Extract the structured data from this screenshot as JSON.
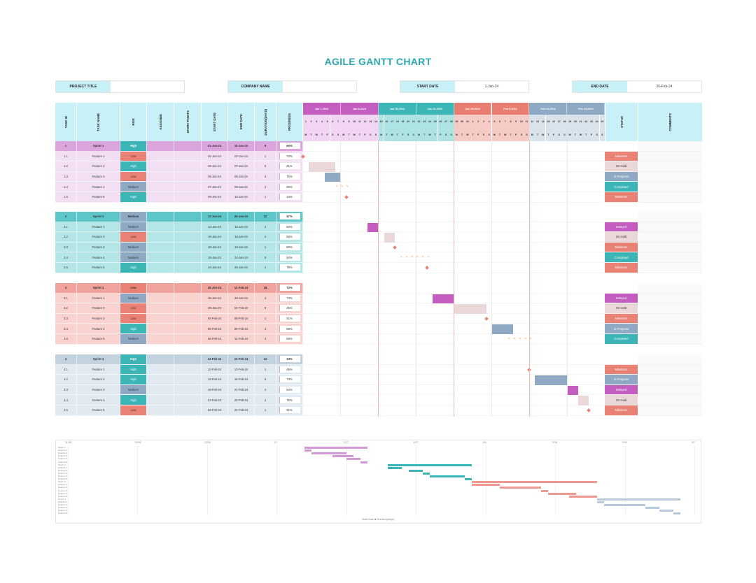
{
  "title": "AGILE GANTT CHART",
  "header": {
    "project_title_label": "PROJECT TITLE",
    "project_title_value": "",
    "company_name_label": "COMPANY NAME",
    "company_name_value": "",
    "start_date_label": "START DATE",
    "start_date_value": "1-Jan-24",
    "end_date_label": "END DATE",
    "end_date_value": "26-Feb-24"
  },
  "columns": [
    "TASK ID",
    "TASK NAME",
    "RISK",
    "ASSIGNEE",
    "STORY POINTS",
    "START DATE",
    "END DATE",
    "DURATION(DAYS)",
    "PROGRESS"
  ],
  "status_header": "STATUS",
  "comments_header": "COMMENTS",
  "weeks": [
    {
      "label": "Jan 1,2024",
      "color": "#c35dc0"
    },
    {
      "label": "Jan 8,2024",
      "color": "#c35dc0"
    },
    {
      "label": "Jan 15,2024",
      "color": "#3bb5b5"
    },
    {
      "label": "Jan 22,2024",
      "color": "#3bb5b5"
    },
    {
      "label": "Jan 29,2024",
      "color": "#ea7d72"
    },
    {
      "label": "Feb 5,2024",
      "color": "#ea7d72"
    },
    {
      "label": "Feb 12,2024",
      "color": "#8fa9c4"
    },
    {
      "label": "Feb 19,2024",
      "color": "#8fa9c4"
    }
  ],
  "day_numbers": [
    "1",
    "2",
    "3",
    "4",
    "5",
    "6",
    "7",
    "8",
    "9",
    "10",
    "11",
    "12",
    "13",
    "14",
    "15",
    "16",
    "17",
    "18",
    "19",
    "20",
    "21",
    "22",
    "23",
    "24",
    "25",
    "26",
    "27",
    "28",
    "29",
    "30",
    "31",
    "1",
    "2",
    "3",
    "4",
    "5",
    "6",
    "7",
    "8",
    "9",
    "10",
    "11",
    "12",
    "13",
    "14",
    "15",
    "16",
    "17",
    "18",
    "19",
    "20",
    "21",
    "22",
    "23",
    "24",
    "25"
  ],
  "day_letters": [
    "M",
    "T",
    "W",
    "T",
    "F",
    "S",
    "S"
  ],
  "sprints": [
    {
      "theme": {
        "head": "#dda5de",
        "row": "#f3dff3",
        "day": "#f3dff3"
      },
      "head": {
        "id": "1",
        "name": "Sprint 1",
        "risk": "High",
        "start": "01-Jan-24",
        "end": "10-Jan-24",
        "dur": "9",
        "prog": "60%"
      },
      "tasks": [
        {
          "id": "1.1",
          "name": "Feature 1",
          "risk": "Low",
          "start": "01-Jan-24",
          "end": "02-Jan-24",
          "dur": "1",
          "prog": "70%",
          "status": "Milestone"
        },
        {
          "id": "1.2",
          "name": "Feature 2",
          "risk": "High",
          "start": "02-Jan-24",
          "end": "07-Jan-24",
          "dur": "5",
          "prog": "61%",
          "status": "On Hold"
        },
        {
          "id": "1.3",
          "name": "Feature 3",
          "risk": "Low",
          "start": "05-Jan-24",
          "end": "08-Jan-24",
          "dur": "3",
          "prog": "75%",
          "status": "In Progress"
        },
        {
          "id": "1.4",
          "name": "Feature 4",
          "risk": "Medium",
          "start": "07-Jan-24",
          "end": "09-Jan-24",
          "dur": "2",
          "prog": "90%",
          "status": "Completed"
        },
        {
          "id": "1.5",
          "name": "Feature 5",
          "risk": "High",
          "start": "09-Jan-24",
          "end": "10-Jan-24",
          "dur": "1",
          "prog": "34%",
          "status": "Milestone"
        }
      ]
    },
    {
      "theme": {
        "head": "#5cc6c8",
        "row": "#b4e6e7",
        "day": "#b4e6e7"
      },
      "head": {
        "id": "2",
        "name": "Sprint 2",
        "risk": "Medium",
        "start": "13-Jan-24",
        "end": "25-Jan-24",
        "dur": "12",
        "prog": "47%"
      },
      "tasks": [
        {
          "id": "2.1",
          "name": "Feature 1",
          "risk": "Medium",
          "start": "13-Jan-24",
          "end": "15-Jan-24",
          "dur": "2",
          "prog": "60%",
          "status": "Delayed"
        },
        {
          "id": "2.2",
          "name": "Feature 2",
          "risk": "Low",
          "start": "16-Jan-24",
          "end": "18-Jan-24",
          "dur": "2",
          "prog": "66%",
          "status": "On Hold"
        },
        {
          "id": "2.3",
          "name": "Feature 3",
          "risk": "Medium",
          "start": "18-Jan-24",
          "end": "19-Jan-24",
          "dur": "1",
          "prog": "60%",
          "status": "Milestone"
        },
        {
          "id": "2.4",
          "name": "Feature 4",
          "risk": "Medium",
          "start": "19-Jan-24",
          "end": "24-Jan-24",
          "dur": "5",
          "prog": "50%",
          "status": "Completed"
        },
        {
          "id": "2.5",
          "name": "Feature 5",
          "risk": "High",
          "start": "24-Jan-24",
          "end": "25-Jan-24",
          "dur": "1",
          "prog": "79%",
          "status": "Milestone"
        }
      ]
    },
    {
      "theme": {
        "head": "#efa39c",
        "row": "#f8d3cf",
        "day": "#f8d3cf"
      },
      "head": {
        "id": "3",
        "name": "Sprint 3",
        "risk": "Low",
        "start": "25-Jan-24",
        "end": "12-Feb-24",
        "dur": "18",
        "prog": "73%"
      },
      "tasks": [
        {
          "id": "3.1",
          "name": "Feature 1",
          "risk": "Medium",
          "start": "25-Jan-24",
          "end": "29-Jan-24",
          "dur": "4",
          "prog": "73%",
          "status": "Delayed"
        },
        {
          "id": "3.2",
          "name": "Feature 2",
          "risk": "Low",
          "start": "29-Jan-24",
          "end": "04-Feb-24",
          "dur": "6",
          "prog": "45%",
          "status": "On Hold"
        },
        {
          "id": "3.3",
          "name": "Feature 3",
          "risk": "Low",
          "start": "04-Feb-24",
          "end": "05-Feb-24",
          "dur": "1",
          "prog": "61%",
          "status": "Milestone"
        },
        {
          "id": "3.4",
          "name": "Feature 4",
          "risk": "High",
          "start": "05-Feb-24",
          "end": "09-Feb-24",
          "dur": "4",
          "prog": "86%",
          "status": "In Progress"
        },
        {
          "id": "3.5",
          "name": "Feature 5",
          "risk": "Medium",
          "start": "08-Feb-24",
          "end": "12-Feb-24",
          "dur": "4",
          "prog": "69%",
          "status": "Completed"
        }
      ]
    },
    {
      "theme": {
        "head": "#c3d2df",
        "row": "#e2eaf1",
        "day": "#e2eaf1"
      },
      "head": {
        "id": "4",
        "name": "Sprint 4",
        "risk": "High",
        "start": "12-Feb-24",
        "end": "24-Feb-24",
        "dur": "12",
        "prog": "33%"
      },
      "tasks": [
        {
          "id": "4.1",
          "name": "Feature 1",
          "risk": "High",
          "start": "12-Feb-24",
          "end": "13-Feb-24",
          "dur": "1",
          "prog": "46%",
          "status": "Milestone"
        },
        {
          "id": "4.2",
          "name": "Feature 2",
          "risk": "High",
          "start": "13-Feb-24",
          "end": "19-Feb-24",
          "dur": "6",
          "prog": "73%",
          "status": "In Progress"
        },
        {
          "id": "4.3",
          "name": "Feature 3",
          "risk": "Medium",
          "start": "19-Feb-24",
          "end": "21-Feb-24",
          "dur": "2",
          "prog": "54%",
          "status": "Delayed"
        },
        {
          "id": "4.4",
          "name": "Feature 4",
          "risk": "High",
          "start": "21-Feb-24",
          "end": "23-Feb-24",
          "dur": "2",
          "prog": "76%",
          "status": "On Hold"
        },
        {
          "id": "4.5",
          "name": "Feature 5",
          "risk": "Low",
          "start": "23-Feb-24",
          "end": "24-Feb-24",
          "dur": "1",
          "prog": "91%",
          "status": "Milestone"
        }
      ]
    }
  ],
  "colors": {
    "risk_high": "#3bb5b5",
    "risk_low": "#ea8175",
    "risk_medium": "#8fa9c4",
    "status_milestone": "#ea8175",
    "status_on_hold": "#ead7d8",
    "status_in_progress": "#8fa9c4",
    "status_completed": "#3bb5b5",
    "status_delayed": "#c35dc0",
    "header_bg": "#c8f0f7",
    "title": "#2aa9b0",
    "today_line": "#f2b7a7"
  },
  "bottom_chart": {
    "ticks": [
      "11/28",
      "12/18",
      "12/28",
      "1/7",
      "1/17",
      "1/27",
      "2/6",
      "2/16",
      "2/26",
      "3/7"
    ],
    "legend": "Start Date  ■ Duration(days)",
    "categories": [
      "Sprint 1",
      "Feature 1",
      "Feature 2",
      "Feature 3",
      "Feature 4",
      "Feature 5",
      "Sprint 2",
      "Feature 1",
      "Feature 2",
      "Feature 3",
      "Feature 4",
      "Feature 5",
      "Sprint 3",
      "Feature 1",
      "Feature 2",
      "Feature 3",
      "Feature 4",
      "Feature 5",
      "Sprint 4",
      "Feature 1",
      "Feature 2",
      "Feature 3",
      "Feature 4",
      "Feature 5"
    ]
  }
}
